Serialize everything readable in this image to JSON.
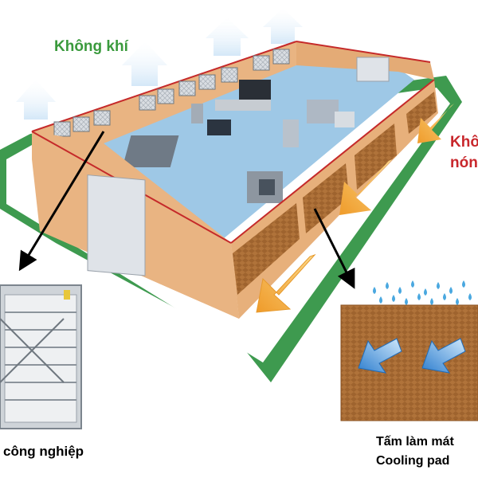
{
  "labels": {
    "air_cool": "Không khí",
    "air_hot_line1": "Khô",
    "air_hot_line2": "nón",
    "fan": "công nghiệp",
    "pad_line1": "Tấm làm mát",
    "pad_line2": "Cooling pad"
  },
  "colors": {
    "air_cool_text": "#3a9a3c",
    "air_hot_text": "#c8272c",
    "wall": "#e9b482",
    "wall_shadow": "#d79a63",
    "floor": "#9ec8e6",
    "ground": "#3e9a4f",
    "pad": "#a86a30",
    "hot_arrow": "#f2a93b",
    "cool_arrow": "#3b86cf",
    "roof_edge": "#c52a2a"
  },
  "icons": {
    "fan_unit": "exhaust-fan-icon",
    "cooling_pad": "cooling-pad-icon",
    "hot_air_arrow": "hot-air-arrow-icon",
    "cool_air_arrow": "cool-air-arrow-icon",
    "water_drop": "water-drop-icon",
    "pointer_arrow": "pointer-arrow-icon"
  }
}
